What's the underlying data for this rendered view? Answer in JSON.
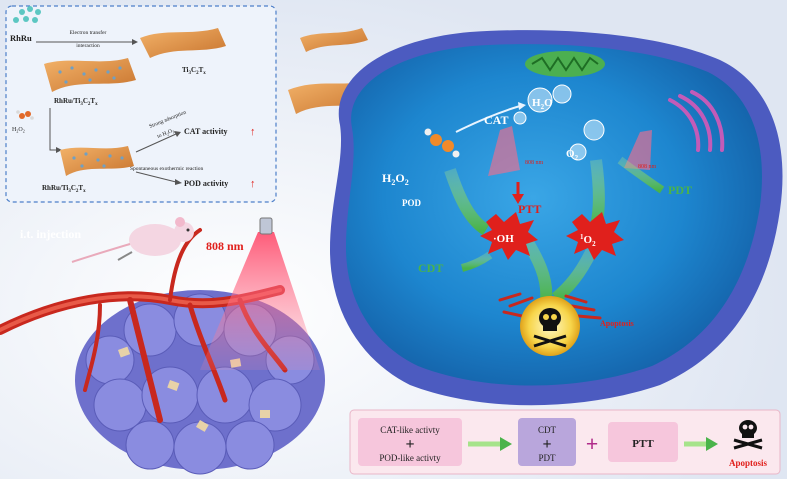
{
  "inset": {
    "rhru": "RhRu",
    "electron_transfer": "Electron transfer",
    "interaction": "interaction",
    "ti3c2tx_base": "Ti",
    "ti3c2tx_sub1": "3",
    "ti3c2tx_mid": "C",
    "ti3c2tx_sub2": "2",
    "ti3c2tx_end": "T",
    "ti3c2tx_sub3": "x",
    "composite_prefix": "RhRu/Ti",
    "h2o2_base": "H",
    "h2o2_sub1": "2",
    "h2o2_mid": "O",
    "h2o2_sub2": "2",
    "strong_adsorption": "Strong adsorption",
    "to_h2o2": "to H",
    "spontaneous": "Spontaneous exothermic reaction",
    "cat_activity": "CAT activity",
    "pod_activity": "POD activity",
    "up_arrow": "↑"
  },
  "scene": {
    "injection": "i.t. injection",
    "laser": "808 nm",
    "cat": "CAT",
    "h2o": "H",
    "h2o_sub": "2",
    "h2o_o": "O",
    "o2": "O",
    "o2_sub": "2",
    "h2o2": "H",
    "h2o2_sub1": "2",
    "h2o2_o": "O",
    "h2o2_sub2": "2",
    "pod": "POD",
    "ptt": "PTT",
    "pdt": "PDT",
    "oh": "·OH",
    "singlet_sup": "1",
    "singlet_o": "O",
    "singlet_sub": "2",
    "cdt": "CDT",
    "apoptosis": "Apoptosis",
    "laser_small_1": "808 nm",
    "laser_small_2": "808 nm"
  },
  "summary": {
    "cat_like": "CAT-like activty",
    "plus": "+",
    "pod_like": "POD-like activty",
    "cdt": "CDT",
    "pdt": "PDT",
    "ptt": "PTT",
    "apoptosis": "Apoptosis"
  },
  "colors": {
    "red": "#e0201c",
    "green": "#4ab34a",
    "cell_blue": "#1f7fc4",
    "membrane": "#5a68c8",
    "tumor": "#7c7ed8",
    "pink_box": "#f6c6dc",
    "purple_box": "#b9a6dc"
  }
}
